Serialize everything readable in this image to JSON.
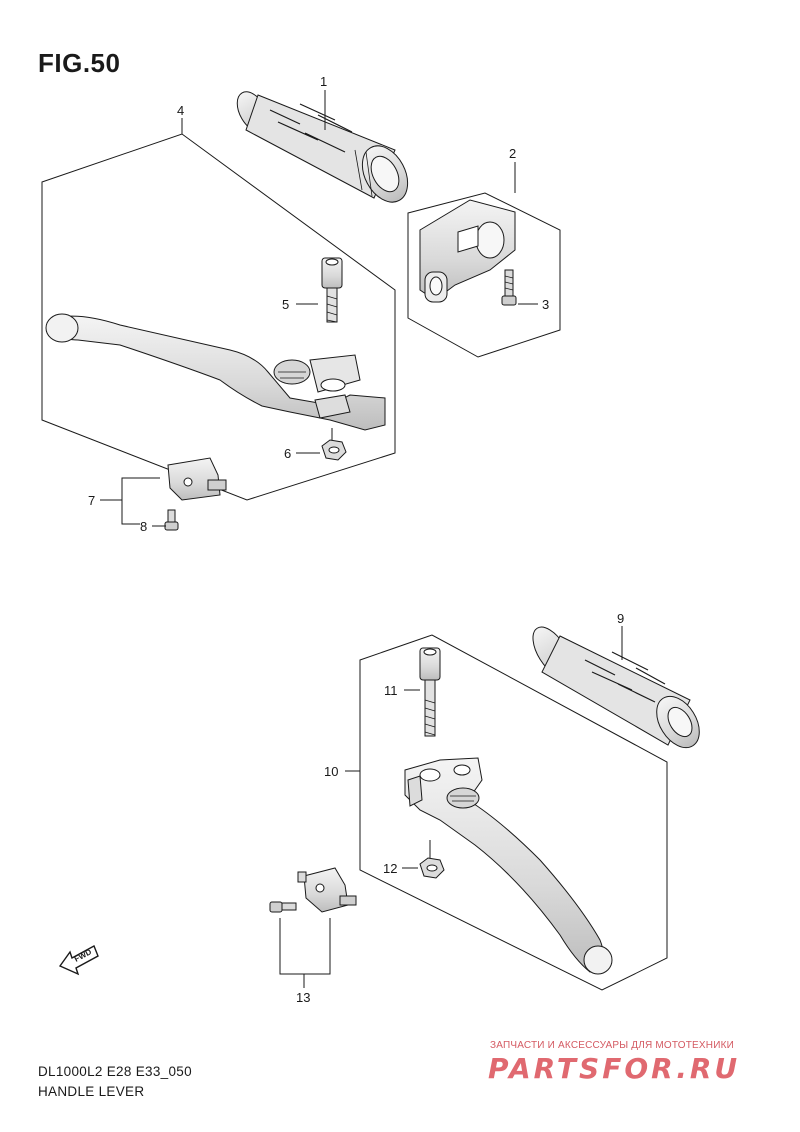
{
  "figure": {
    "title": "FIG.50"
  },
  "callouts": {
    "c1": "1",
    "c2": "2",
    "c3": "3",
    "c4": "4",
    "c5": "5",
    "c6": "6",
    "c7": "7",
    "c8": "8",
    "c9": "9",
    "c10": "10",
    "c11": "11",
    "c12": "12",
    "c13": "13"
  },
  "footer": {
    "model_code": "DL1000L2 E28 E33_050",
    "name": "HANDLE LEVER"
  },
  "fwd_label": "FWD",
  "watermark": {
    "tagline": "ЗАПЧАСТИ И АКСЕССУАРЫ ДЛЯ МОТОТЕХНИКИ",
    "logo": "PARTSFOR.RU"
  },
  "colors": {
    "line": "#1a1a1a",
    "watermark": "#e06970",
    "part_fill": "#e9e9e9"
  }
}
